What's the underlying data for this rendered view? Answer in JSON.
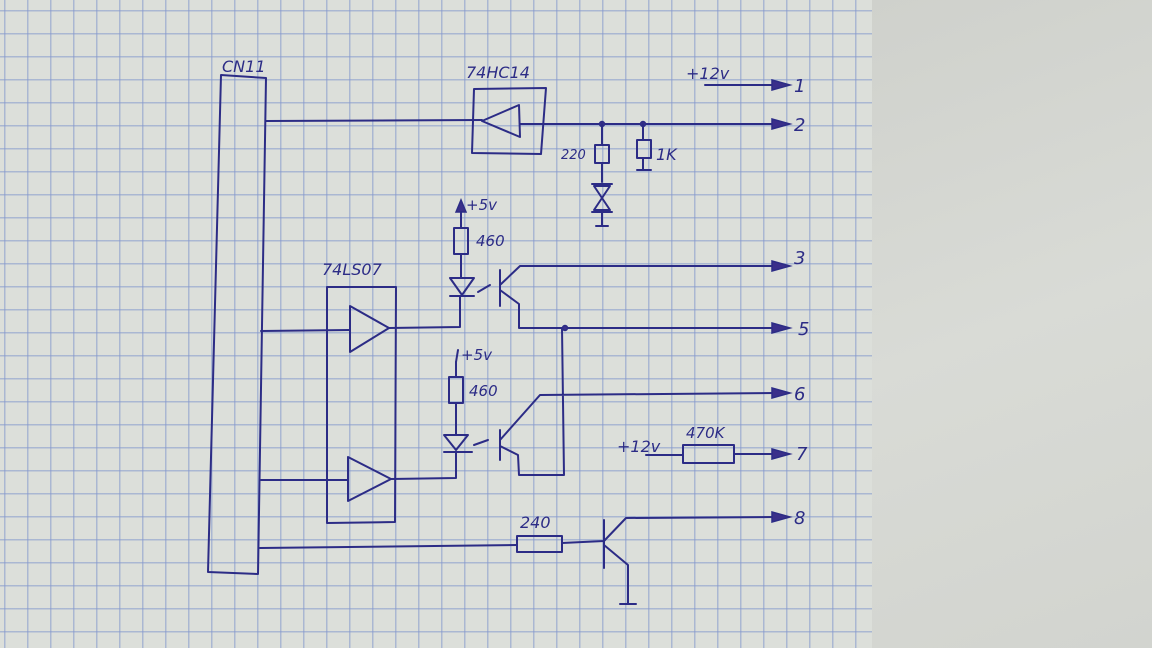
{
  "connector": {
    "label": "CN11"
  },
  "chips": {
    "schmitt": {
      "label": "74HC14"
    },
    "buffer": {
      "label": "74LS07"
    }
  },
  "components": {
    "r_220": "220",
    "r_1k": "1K",
    "r_460_a": "460",
    "r_460_b": "460",
    "r_470k": "470K",
    "r_240": "240"
  },
  "supplies": {
    "v12_top": "+12v",
    "v5_a": "+5v",
    "v5_b": "+5v",
    "v12_mid": "+12v"
  },
  "outputs": [
    "1",
    "2",
    "3",
    "5",
    "6",
    "7",
    "8"
  ],
  "colors": {
    "ink": "#2c2c86",
    "grid": "#8296cd",
    "paper": "#dcdfda"
  }
}
